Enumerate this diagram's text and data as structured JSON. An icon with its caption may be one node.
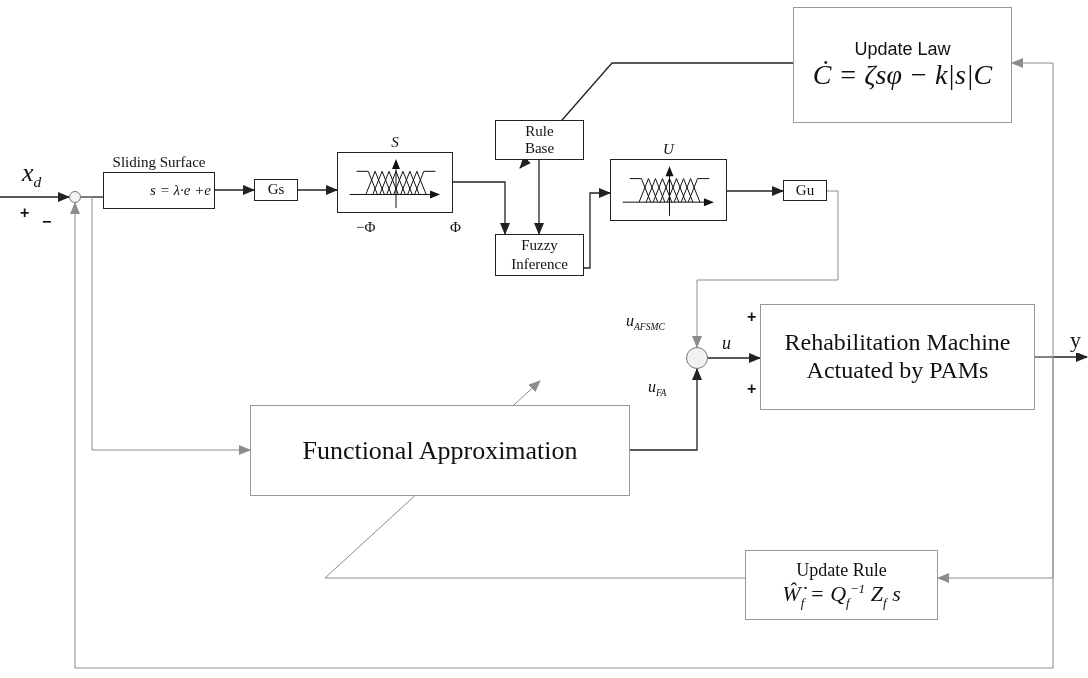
{
  "diagram": {
    "nodes": [
      {
        "text": [],
        "shape": "circle"
      },
      {
        "text": [
          "Sliding Surface",
          "s = λ·e +e"
        ]
      },
      {
        "text": [
          "Gs"
        ]
      },
      {
        "text": [
          "S"
        ],
        "beside": [
          "−Φ",
          "Φ"
        ]
      },
      {
        "text": [
          "Rule Base"
        ]
      },
      {
        "text": [
          "Fuzzy Inference"
        ]
      },
      {
        "text": [
          "U"
        ]
      },
      {
        "text": [
          "Gu"
        ]
      },
      {
        "text": [
          "Update Law",
          "Ċ = ζsφ − k|s|C"
        ]
      },
      {
        "text": [],
        "shape": "circle"
      },
      {
        "text": [
          "Rehabilitation Machine Actuated by PAMs"
        ]
      },
      {
        "text": [
          "Functional Approximation"
        ]
      },
      {
        "text": [
          "Update Rule",
          "Ŵ̇$_{f}$ = Q$_{f}$$^{−1}$ Z$_{f}$ s"
        ]
      }
    ],
    "edges": [
      {
        "from": null,
        "to": 0,
        "arrow": "to",
        "label": "x$_{d}$"
      },
      {
        "from": 0,
        "to": 1,
        "arrow": "none"
      },
      {
        "from": 1,
        "to": 2,
        "arrow": "to"
      },
      {
        "from": 2,
        "to": 3,
        "arrow": "to"
      },
      {
        "from": 3,
        "to": 5,
        "arrow": "to"
      },
      {
        "from": 4,
        "to": 5,
        "arrow": "to"
      },
      {
        "from": 5,
        "to": 6,
        "arrow": "to"
      },
      {
        "from": 6,
        "to": 7,
        "arrow": "to"
      },
      {
        "from": 7,
        "to": 9,
        "arrow": "to",
        "label": "u$_{AFSMC}$",
        "color": "#8c8c8c"
      },
      {
        "from": 11,
        "to": 9,
        "arrow": "to",
        "label": "u$_{FA}$"
      },
      {
        "from": 9,
        "to": 10,
        "arrow": "to",
        "label": "u"
      },
      {
        "from": 10,
        "to": null,
        "arrow": "to",
        "label": "y"
      },
      {
        "from": 10,
        "to": 8,
        "arrow": "to",
        "color": "#8c8c8c"
      },
      {
        "from": 10,
        "to": 12,
        "arrow": "to",
        "color": "#8c8c8c"
      },
      {
        "from": 10,
        "to": 0,
        "arrow": "to",
        "color": "#8c8c8c"
      },
      {
        "from": 0,
        "to": 11,
        "arrow": "to",
        "color": "#8c8c8c"
      },
      {
        "from": 8,
        "to": 4,
        "arrow": "to"
      },
      {
        "from": 12,
        "to": 11,
        "arrow": "to",
        "color": "#8c8c8c"
      }
    ],
    "labels": [
      "+",
      "−",
      "+",
      "+"
    ]
  }
}
